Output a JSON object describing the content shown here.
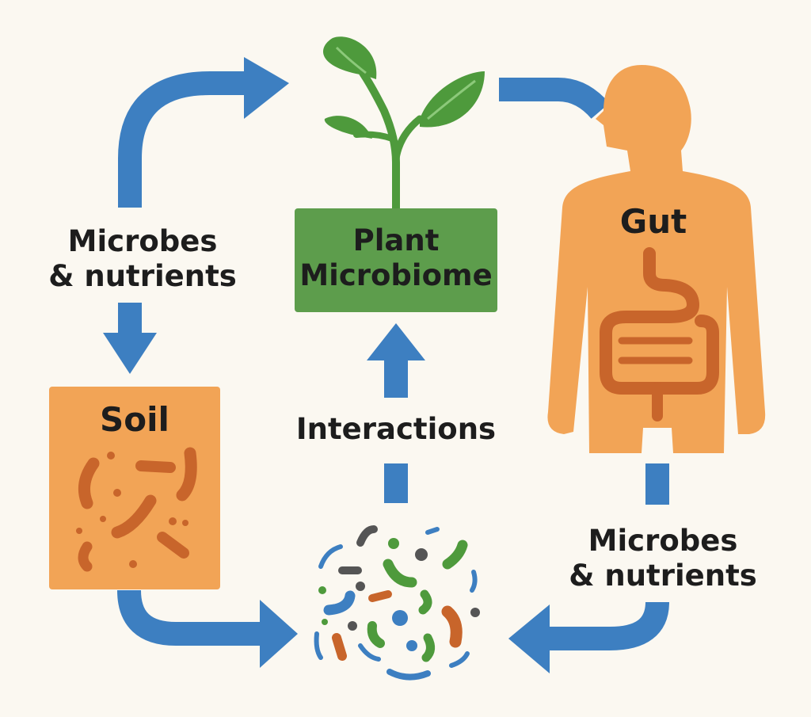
{
  "colors": {
    "background": "#fbf8f1",
    "arrow": "#3d7fc1",
    "plant_box": "#5d9d4c",
    "leaf": "#4e9a3c",
    "body": "#f2a456",
    "soil_box": "#f2a456",
    "microbe_orange": "#c8652b",
    "microbe_green": "#4e9a3c",
    "microbe_gray": "#555555",
    "microbe_blue": "#3d7fc1"
  },
  "nodes": {
    "plant": {
      "label_line1": "Plant",
      "label_line2": "Microbiome",
      "icon": "seedling-icon"
    },
    "human": {
      "label": "Gut",
      "icon": "human-body-icon"
    },
    "soil": {
      "label": "Soil",
      "icon": "soil-microbes-icon"
    },
    "microbes": {
      "icon": "microbe-cluster-icon"
    }
  },
  "edges": {
    "left_flow": {
      "line1": "Microbes",
      "line2": "& nutrients"
    },
    "right_flow": {
      "line1": "Microbes",
      "line2": "& nutrients"
    },
    "center_flow": {
      "label": "Interactions"
    }
  }
}
